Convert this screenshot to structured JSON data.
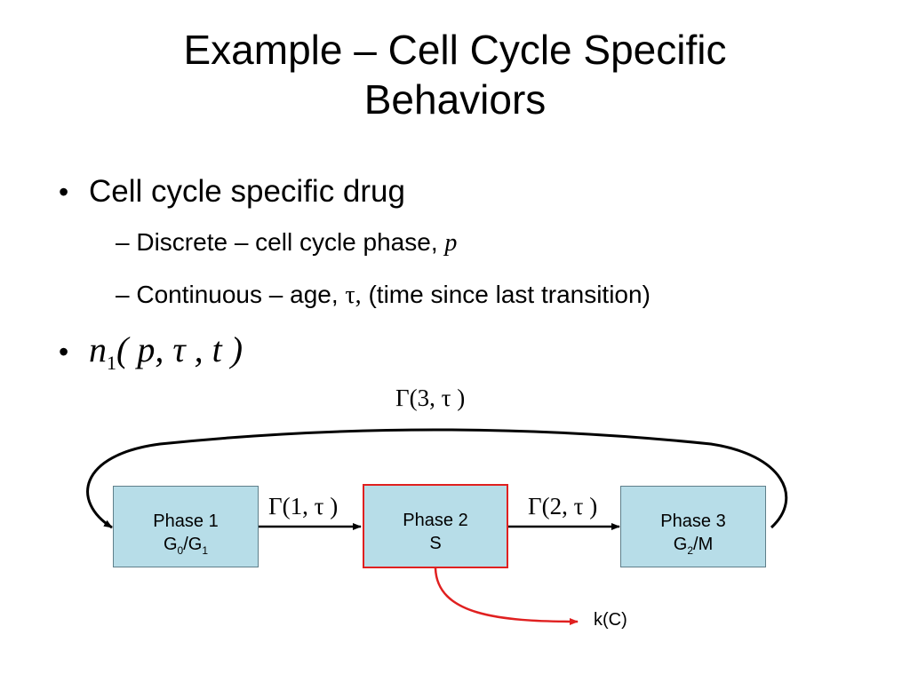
{
  "title": {
    "line1": "Example – Cell Cycle Specific",
    "line2": "Behaviors"
  },
  "bullets": {
    "marker": "•",
    "b1": "Cell cycle specific drug",
    "sub1_text": "– Discrete – cell cycle phase, ",
    "sub1_var": "p",
    "sub2_a": "– Continuous – age, ",
    "sub2_tau": "τ,",
    "sub2_b": " (time since last transition)",
    "b2_n": "n",
    "b2_sub": "1",
    "b2_args": "( p, τ , t )"
  },
  "diagram": {
    "phase1": {
      "name": "Phase 1",
      "g": "G",
      "s0": "0",
      "slash": "/G",
      "s1": "1"
    },
    "phase2": {
      "name": "Phase 2",
      "label": "S"
    },
    "phase3": {
      "name": "Phase 3",
      "g": "G",
      "s2": "2",
      "rest": "/M"
    },
    "gamma1": "Γ(1, τ )",
    "gamma2": "Γ(2, τ )",
    "gamma3": "Γ(3, τ )",
    "kill": "k(C)",
    "colors": {
      "box_fill": "#b7dde8",
      "box_border": "#5f7f8a",
      "highlight": "#e02020",
      "arrow": "#000000"
    }
  }
}
